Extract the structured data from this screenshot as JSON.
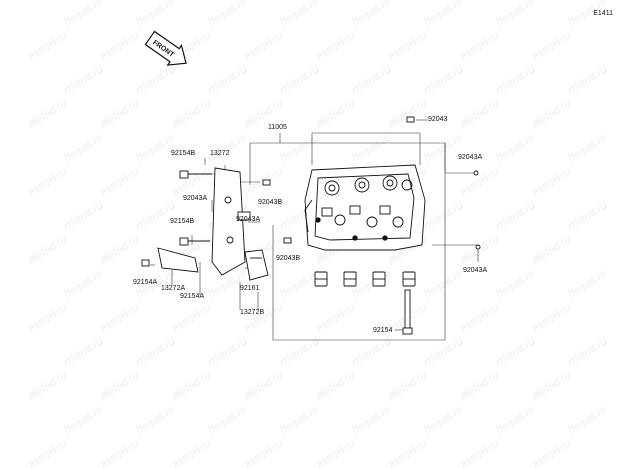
{
  "diagram_code": "E1411",
  "front_badge": "FRONT",
  "watermark": "motod.ru",
  "parts": {
    "p11005": "11005",
    "p92043_top": "92043",
    "p92043A_right": "92043A",
    "p92154B_a": "92154B",
    "p13272": "13272",
    "p92043A_left": "92043A",
    "p92043B_a": "92043B",
    "p92043A_mid": "92043A",
    "p92154B_b": "92154B",
    "p92043B_b": "92043B",
    "p92154A_a": "92154A",
    "p13272A": "13272A",
    "p92154A_b": "92154A",
    "p92161": "92161",
    "p13272B": "13272B",
    "p92043A_lower": "92043A",
    "p92154": "92154"
  }
}
